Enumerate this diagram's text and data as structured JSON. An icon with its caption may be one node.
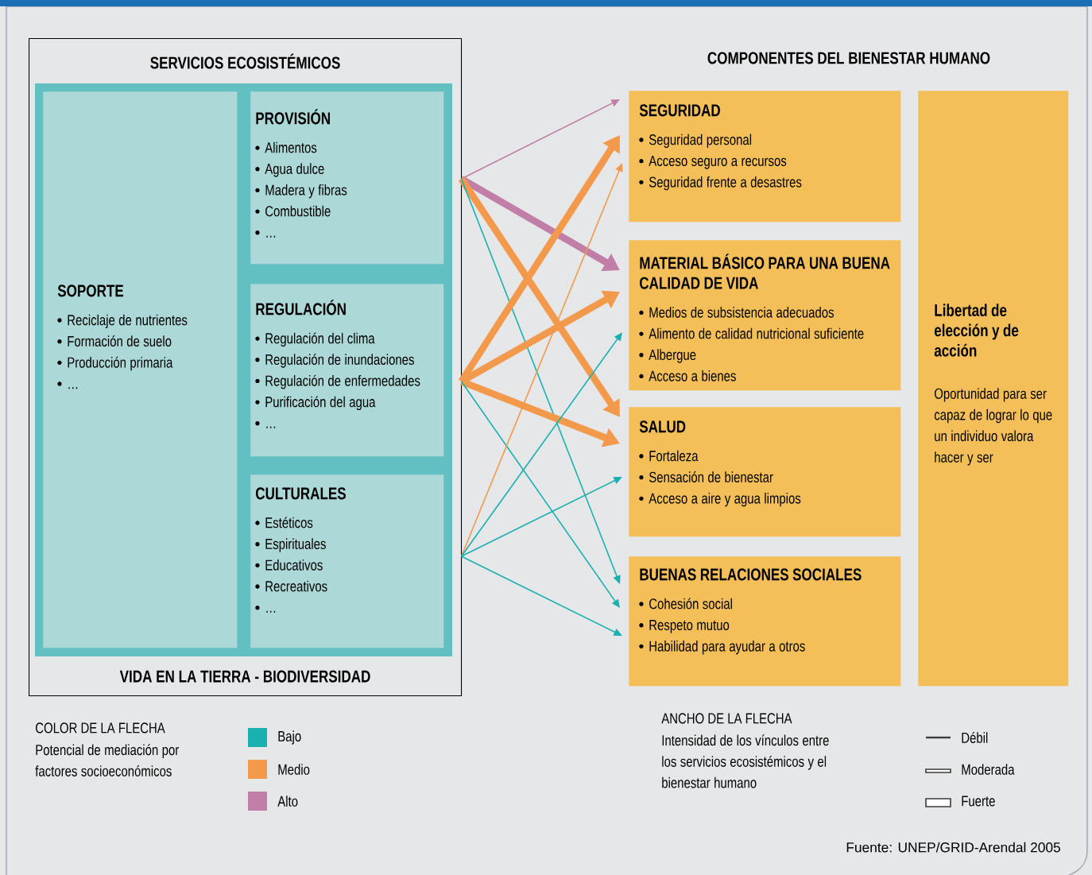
{
  "diagram": {
    "nodes": [
      {
        "text": [
          "SERVICIOS ECOSISTÉMICOS",
          "VIDA EN LA TIERRA - BIODIVERSIDAD"
        ]
      },
      {
        "text": [
          "SOPORTE",
          "Reciclaje de nutrientes",
          "Formación de suelo",
          "Producción primaria",
          "…"
        ],
        "in": 0
      },
      {
        "text": [
          "PROVISIÓN",
          "Alimentos",
          "Agua dulce",
          "Madera y fibras",
          "Combustible",
          "…"
        ],
        "in": 0
      },
      {
        "text": [
          "REGULACIÓN",
          "Regulación del clima",
          "Regulación de inundaciones",
          "Regulación de enfermedades",
          "Purificación del agua",
          "…"
        ],
        "in": 0
      },
      {
        "text": [
          "CULTURALES",
          "Estéticos",
          "Espirituales",
          "Educativos",
          "Recreativos",
          "…"
        ],
        "in": 0
      },
      {
        "text": [
          "SEGURIDAD",
          "Seguridad personal",
          "Acceso seguro a recursos",
          "Seguridad frente a desastres"
        ]
      },
      {
        "text": [
          "MATERIAL BÁSICO PARA UNA BUENA CALIDAD DE VIDA",
          "Medios de subsistencia adecuados",
          "Alimento de calidad nutricional suficiente",
          "Albergue",
          "Acceso a bienes"
        ]
      },
      {
        "text": [
          "SALUD",
          "Fortaleza",
          "Sensación de bienestar",
          "Acceso a aire y agua limpios"
        ]
      },
      {
        "text": [
          "BUENAS RELACIONES SOCIALES",
          "Cohesión social",
          "Respeto mutuo",
          "Habilidad para ayudar a otros"
        ]
      },
      {
        "text": [
          "Libertad de elección y de acción",
          "Oportunidad para ser capaz de lograr lo que un individuo valora hacer y ser"
        ]
      }
    ],
    "edges": [
      {
        "from": 2,
        "to": 5,
        "arrow": "to",
        "color": "#c17fa8"
      },
      {
        "from": 2,
        "to": 6,
        "arrow": "to",
        "color": "#c17fa8",
        "style": "thick"
      },
      {
        "from": 2,
        "to": 7,
        "arrow": "to",
        "color": "#f3994b",
        "style": "thick"
      },
      {
        "from": 2,
        "to": 8,
        "arrow": "to",
        "color": "#1ab0b0"
      },
      {
        "from": 3,
        "to": 5,
        "arrow": "to",
        "color": "#f3994b",
        "style": "thick"
      },
      {
        "from": 3,
        "to": 6,
        "arrow": "to",
        "color": "#f3994b",
        "style": "thick"
      },
      {
        "from": 3,
        "to": 7,
        "arrow": "to",
        "color": "#f3994b",
        "style": "thick"
      },
      {
        "from": 3,
        "to": 8,
        "arrow": "to",
        "color": "#1ab0b0"
      },
      {
        "from": 4,
        "to": 5,
        "arrow": "to",
        "color": "#f3994b"
      },
      {
        "from": 4,
        "to": 6,
        "arrow": "to",
        "color": "#1ab0b0"
      },
      {
        "from": 4,
        "to": 7,
        "arrow": "to",
        "color": "#1ab0b0"
      },
      {
        "from": 4,
        "to": 8,
        "arrow": "to",
        "color": "#1ab0b0"
      }
    ],
    "labels": [
      "COMPONENTES DEL BIENESTAR HUMANO",
      "COLOR DE LA FLECHA",
      "Potencial de mediación por factores socioeconómicos",
      "ANCHO DE LA FLECHA",
      "Intensidad de los vínculos entre los servicios ecosistémicos y el bienestar humano",
      "Fuente: UNEP/GRID-Arendal 2005"
    ],
    "legend": [
      {
        "text": "Bajo",
        "color": "#1ab0b0"
      },
      {
        "text": "Medio",
        "color": "#f3994b"
      },
      {
        "text": "Alto",
        "color": "#c17fa8"
      },
      {
        "text": "Débil"
      },
      {
        "text": "Moderada"
      },
      {
        "text": "Fuerte"
      }
    ]
  }
}
